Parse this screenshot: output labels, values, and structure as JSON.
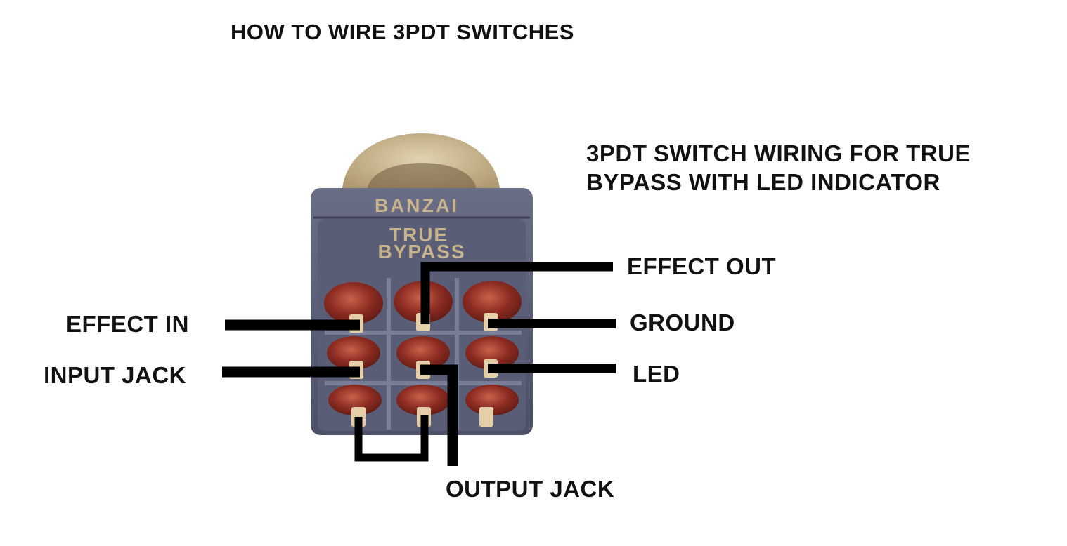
{
  "title": "HOW TO WIRE 3PDT SWITCHES",
  "subtitle_lines": [
    "3PDT SWITCH WIRING FOR TRUE",
    "BYPASS WITH LED INDICATOR"
  ],
  "switch": {
    "brand_text": "BANZAI",
    "model_line1": "TRUE",
    "model_line2": "BYPASS"
  },
  "labels": {
    "effect_out": "EFFECT OUT",
    "effect_in": "EFFECT IN",
    "ground": "GROUND",
    "input_jack": "INPUT JACK",
    "led": "LED",
    "output_jack": "OUTPUT JACK"
  },
  "colors": {
    "background": "#ffffff",
    "wire": "#000000",
    "switch_body": "#5d6078",
    "lug": "#8c2c22",
    "lug_highlight": "#c9614a",
    "terminal": "#e4cfa8",
    "switch_text": "#c8b48c",
    "bushing": "#cbb88f"
  }
}
